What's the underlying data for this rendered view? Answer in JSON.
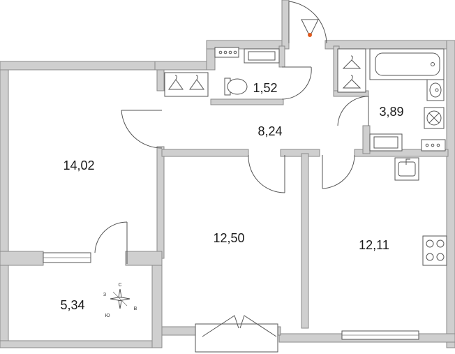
{
  "rooms": [
    {
      "id": "room-bathroom-small",
      "area": "1,52"
    },
    {
      "id": "room-bathroom-large",
      "area": "3,89"
    },
    {
      "id": "room-hall",
      "area": "8,24"
    },
    {
      "id": "room-bedroom-left",
      "area": "14,02"
    },
    {
      "id": "room-bedroom-middle",
      "area": "12,50"
    },
    {
      "id": "room-kitchen",
      "area": "12,11"
    },
    {
      "id": "room-balcony",
      "area": "5,34"
    }
  ],
  "compass": {
    "north": "С",
    "south": "Ю",
    "east": "В",
    "west": "З"
  },
  "colors": {
    "wall_fill": "#cfcfcf",
    "wall_stroke": "#8a8a8a",
    "entrance_marker": "#e05a1e"
  }
}
